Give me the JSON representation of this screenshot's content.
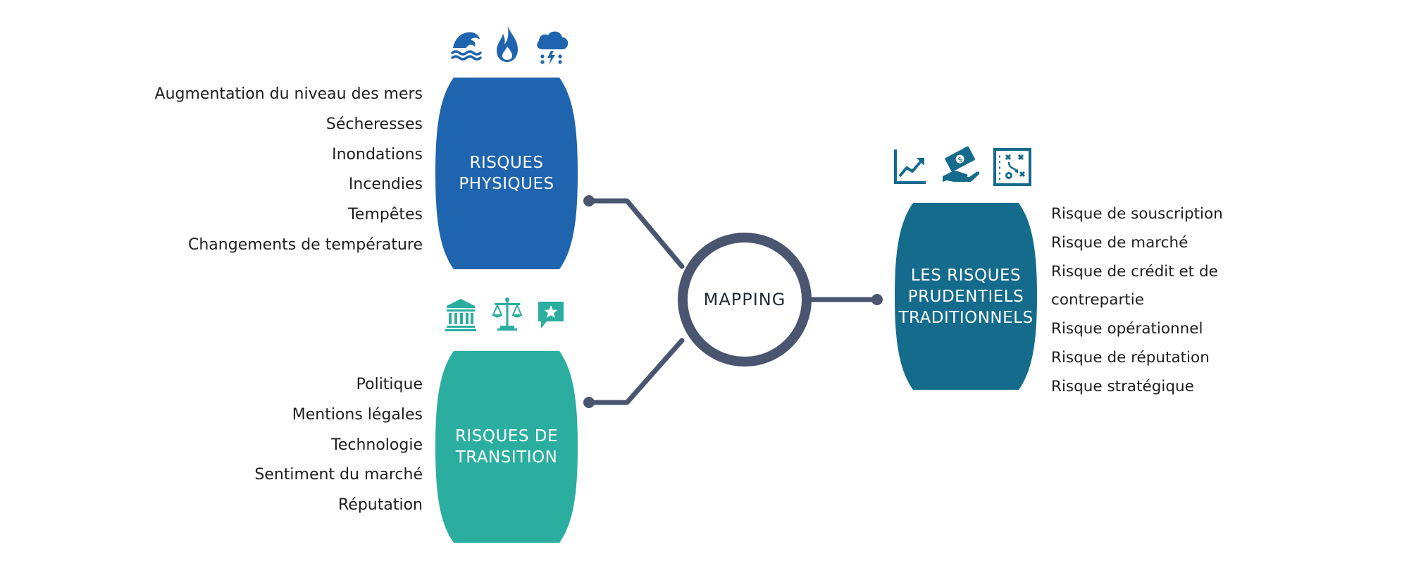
{
  "center": {
    "label": "MAPPING"
  },
  "physiques": {
    "title": "RISQUES\nPHYSIQUES",
    "color": "#1f64ae",
    "icons": [
      "wave-icon",
      "fire-icon",
      "storm-cloud-icon"
    ],
    "items": [
      "Augmentation du niveau des mers",
      "Sécheresses",
      "Inondations",
      "Incendies",
      "Tempêtes",
      "Changements de température"
    ]
  },
  "transition": {
    "title": "RISQUES DE\nTRANSITION",
    "color": "#2bae9f",
    "icons": [
      "government-building-icon",
      "scales-icon",
      "star-speech-bubble-icon"
    ],
    "items": [
      "Politique",
      "Mentions légales",
      "Technologie",
      "Sentiment du marché",
      "Réputation"
    ]
  },
  "prudentiels": {
    "title": "LES RISQUES\nPRUDENTIELS\nTRADITIONNELS",
    "color": "#146b8c",
    "icons": [
      "trend-chart-icon",
      "money-hand-icon",
      "strategy-board-icon"
    ],
    "items": [
      "Risque de souscription",
      "Risque de marché",
      "Risque de crédit et de",
      "contrepartie",
      "Risque opérationnel",
      "Risque de réputation",
      "Risque stratégique"
    ]
  },
  "colors": {
    "connector": "#4a5670",
    "text": "#1d1d1f"
  }
}
